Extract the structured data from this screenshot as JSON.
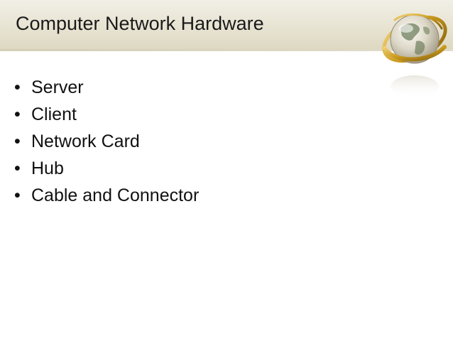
{
  "slide": {
    "title": "Computer Network Hardware",
    "bullet_glyph": "•",
    "bullets": [
      {
        "label": "Server"
      },
      {
        "label": "Client"
      },
      {
        "label": "Network Card"
      },
      {
        "label": "Hub"
      },
      {
        "label": "Cable and Connector"
      }
    ]
  },
  "colors": {
    "title_band": "#e6e2d0",
    "globe_ring": "#c99a1e",
    "text": "#111111"
  },
  "icons": {
    "globe": "globe-icon"
  }
}
